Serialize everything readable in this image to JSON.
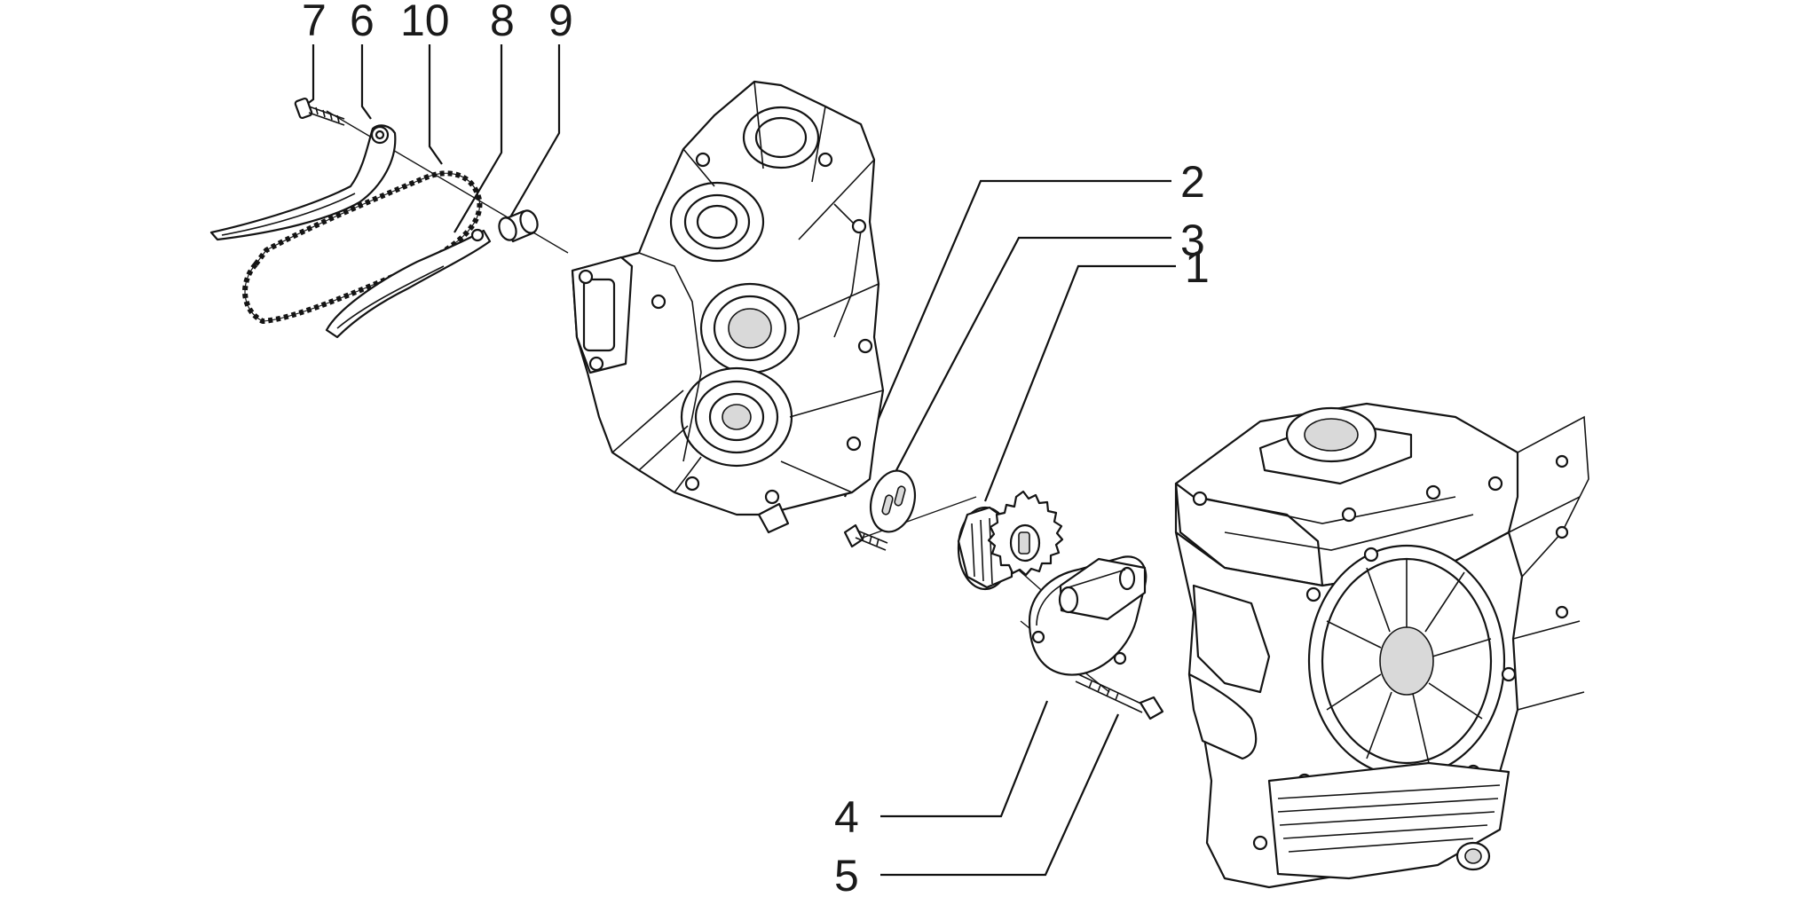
{
  "diagram": {
    "callouts": [
      {
        "id": "7",
        "label": "7"
      },
      {
        "id": "6",
        "label": "6"
      },
      {
        "id": "10",
        "label": "10"
      },
      {
        "id": "8",
        "label": "8"
      },
      {
        "id": "9",
        "label": "9"
      },
      {
        "id": "2",
        "label": "2"
      },
      {
        "id": "3",
        "label": "3"
      },
      {
        "id": "1",
        "label": "1"
      },
      {
        "id": "4",
        "label": "4"
      },
      {
        "id": "5",
        "label": "5"
      }
    ],
    "colors": {
      "line": "#141414",
      "background": "#ffffff",
      "shade": "#d9d9d9"
    }
  }
}
